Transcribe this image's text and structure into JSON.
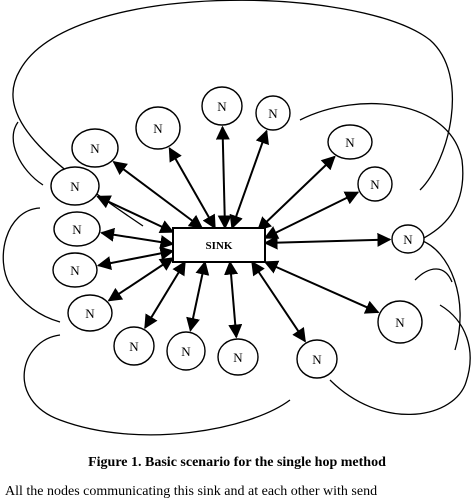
{
  "diagram": {
    "sink_label": "SINK",
    "node_label": "N",
    "nodes": [
      {
        "id": "n1",
        "label": "N"
      },
      {
        "id": "n2",
        "label": "N"
      },
      {
        "id": "n3",
        "label": "N"
      },
      {
        "id": "n4",
        "label": "N"
      },
      {
        "id": "n5",
        "label": "N"
      },
      {
        "id": "n6",
        "label": "N"
      },
      {
        "id": "n7",
        "label": "N"
      },
      {
        "id": "n8",
        "label": "N"
      },
      {
        "id": "n9",
        "label": "N"
      },
      {
        "id": "n10",
        "label": "N"
      },
      {
        "id": "n11",
        "label": "N"
      },
      {
        "id": "n12",
        "label": "N"
      },
      {
        "id": "n13",
        "label": "N"
      },
      {
        "id": "n14",
        "label": "N"
      },
      {
        "id": "n15",
        "label": "N"
      },
      {
        "id": "n16",
        "label": "N"
      }
    ],
    "edges": [
      {
        "from": "sink",
        "to": "n1"
      },
      {
        "from": "sink",
        "to": "n2"
      },
      {
        "from": "sink",
        "to": "n3"
      },
      {
        "from": "sink",
        "to": "n4"
      },
      {
        "from": "sink",
        "to": "n5"
      },
      {
        "from": "sink",
        "to": "n6"
      },
      {
        "from": "sink",
        "to": "n7"
      },
      {
        "from": "sink",
        "to": "n8"
      },
      {
        "from": "sink",
        "to": "n9"
      },
      {
        "from": "sink",
        "to": "n10"
      },
      {
        "from": "sink",
        "to": "n11"
      },
      {
        "from": "sink",
        "to": "n12"
      },
      {
        "from": "sink",
        "to": "n13"
      },
      {
        "from": "sink",
        "to": "n14"
      },
      {
        "from": "sink",
        "to": "n15"
      },
      {
        "from": "sink",
        "to": "n16"
      }
    ]
  },
  "caption": "Figure 1. Basic scenario for the single hop method",
  "body_text": "All the nodes communicating this sink and at each other with send"
}
